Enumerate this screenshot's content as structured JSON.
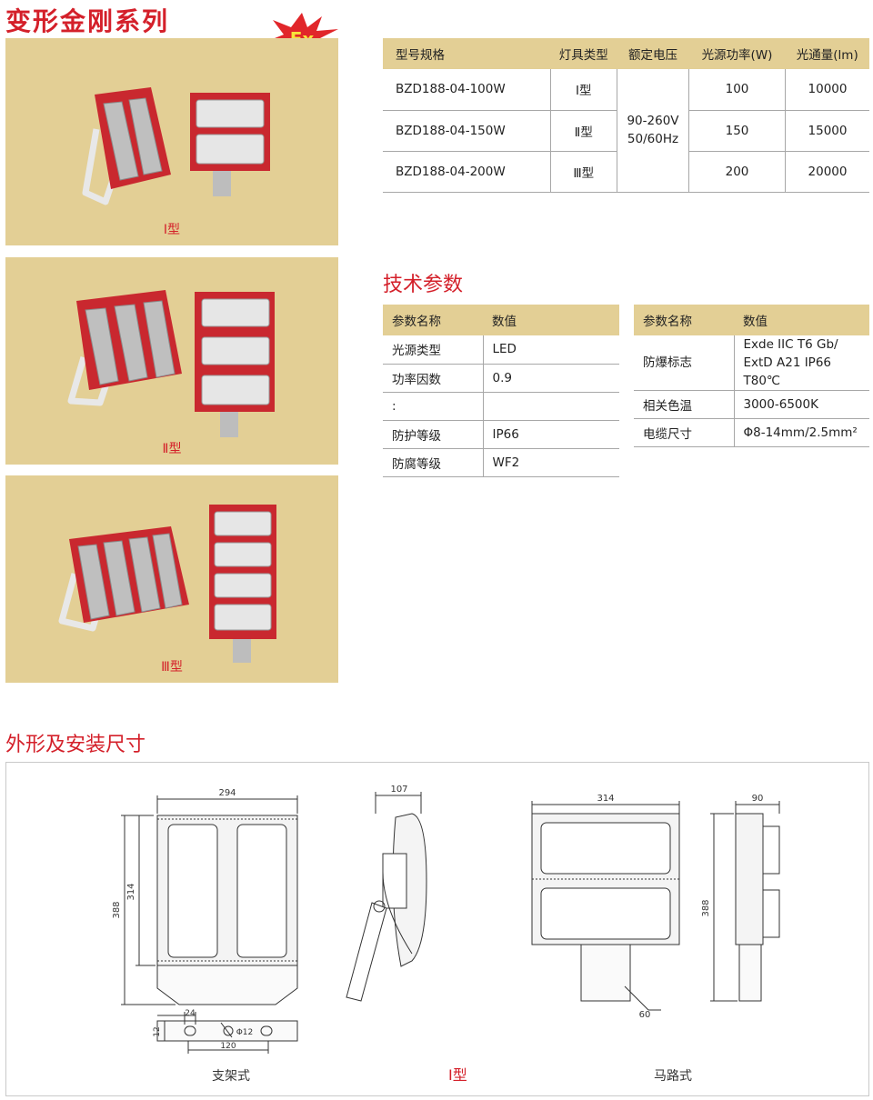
{
  "page": {
    "title": "变形金刚系列",
    "ex_badge": "Ex"
  },
  "panels": [
    {
      "label": "Ⅰ型"
    },
    {
      "label": "Ⅱ型"
    },
    {
      "label": "Ⅲ型"
    }
  ],
  "model_table": {
    "headers": [
      "型号规格",
      "灯具类型",
      "额定电压",
      "光源功率(W)",
      "光通量(lm)"
    ],
    "rows": [
      {
        "model": "BZD188-04-100W",
        "type": "Ⅰ型",
        "power": "100",
        "flux": "10000"
      },
      {
        "model": "BZD188-04-150W",
        "type": "Ⅱ型",
        "power": "150",
        "flux": "15000"
      },
      {
        "model": "BZD188-04-200W",
        "type": "Ⅲ型",
        "power": "200",
        "flux": "20000"
      }
    ],
    "voltage_line1": "90-260V",
    "voltage_line2": "50/60Hz"
  },
  "tech_params": {
    "title": "技术参数",
    "header_name": "参数名称",
    "header_value": "数值",
    "left": [
      {
        "name": "光源类型",
        "value": "LED"
      },
      {
        "name": "功率因数",
        "value": "0.9"
      },
      {
        "name": ":",
        "value": ""
      },
      {
        "name": "防护等级",
        "value": "IP66"
      },
      {
        "name": "防腐等级",
        "value": "WF2"
      }
    ],
    "right": [
      {
        "name": "防爆标志",
        "value_line1": "Exde IIC T6 Gb/",
        "value_line2": "ExtD A21 IP66 T80℃"
      },
      {
        "name": "相关色温",
        "value": "3000-6500K"
      },
      {
        "name": "电缆尺寸",
        "value": "Φ8-14mm/2.5mm²"
      }
    ]
  },
  "dimensions": {
    "title": "外形及安装尺寸",
    "labels": {
      "width_front": "294",
      "height_outer": "388",
      "height_inner": "314",
      "depth_side": "107",
      "width_street": "314",
      "depth_street": "90",
      "height_street": "388",
      "pole": "60",
      "bracket_24": "24",
      "bracket_12": "12",
      "bracket_hole": "Φ12",
      "bracket_120": "120"
    },
    "captions": {
      "bracket": "支架式",
      "type": "Ⅰ型",
      "street": "马路式"
    }
  },
  "colors": {
    "accent_red": "#d4202a",
    "panel_beige": "#e3cf95"
  }
}
